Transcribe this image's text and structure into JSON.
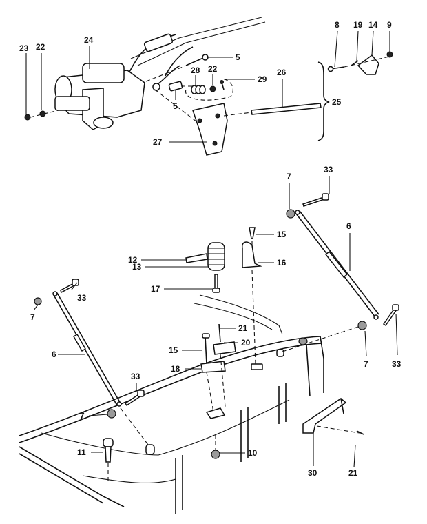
{
  "callouts": [
    {
      "id": "c23a",
      "text": "23"
    },
    {
      "id": "c22a",
      "text": "22"
    },
    {
      "id": "c24",
      "text": "24"
    },
    {
      "id": "c5a",
      "text": "5"
    },
    {
      "id": "c28",
      "text": "28"
    },
    {
      "id": "c22b",
      "text": "22"
    },
    {
      "id": "c29",
      "text": "29"
    },
    {
      "id": "c26",
      "text": "26"
    },
    {
      "id": "c5b",
      "text": "5"
    },
    {
      "id": "c25",
      "text": "25"
    },
    {
      "id": "c27",
      "text": "27"
    },
    {
      "id": "c8",
      "text": "8"
    },
    {
      "id": "c19",
      "text": "19"
    },
    {
      "id": "c14",
      "text": "14"
    },
    {
      "id": "c9",
      "text": "9"
    },
    {
      "id": "c7a",
      "text": "7"
    },
    {
      "id": "c33a",
      "text": "33"
    },
    {
      "id": "c15a",
      "text": "15"
    },
    {
      "id": "c6a",
      "text": "6"
    },
    {
      "id": "c12",
      "text": "12"
    },
    {
      "id": "c16",
      "text": "16"
    },
    {
      "id": "c13",
      "text": "13"
    },
    {
      "id": "c17",
      "text": "17"
    },
    {
      "id": "c33b",
      "text": "33"
    },
    {
      "id": "c7b",
      "text": "7"
    },
    {
      "id": "c21a",
      "text": "21"
    },
    {
      "id": "c6b",
      "text": "6"
    },
    {
      "id": "c20",
      "text": "20"
    },
    {
      "id": "c15b",
      "text": "15"
    },
    {
      "id": "c18",
      "text": "18"
    },
    {
      "id": "c7c",
      "text": "7"
    },
    {
      "id": "c33c",
      "text": "33"
    },
    {
      "id": "c33d",
      "text": "33"
    },
    {
      "id": "c7d",
      "text": "7"
    },
    {
      "id": "c11",
      "text": "11"
    },
    {
      "id": "c10",
      "text": "10"
    },
    {
      "id": "c30",
      "text": "30"
    },
    {
      "id": "c21b",
      "text": "21"
    }
  ]
}
